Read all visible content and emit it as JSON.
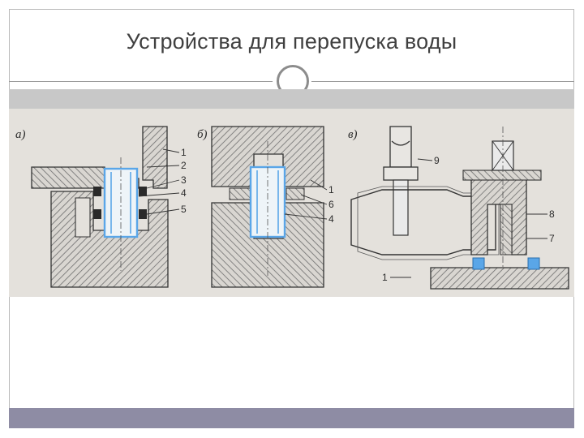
{
  "slide": {
    "title": "Устройства для перепуска воды"
  },
  "figure": {
    "panels": [
      {
        "letter": "а)",
        "callouts": [
          "1",
          "2",
          "3",
          "4",
          "5"
        ]
      },
      {
        "letter": "б)",
        "callouts": [
          "1",
          "6",
          "4"
        ]
      },
      {
        "letter": "в)",
        "callouts": [
          "9",
          "8",
          "7",
          "1"
        ]
      }
    ],
    "colors": {
      "hatch": "#6e6e6e",
      "ink": "#333333",
      "sleeve_highlight": "#5aa6e8",
      "seal": "#2a2a2a"
    }
  }
}
